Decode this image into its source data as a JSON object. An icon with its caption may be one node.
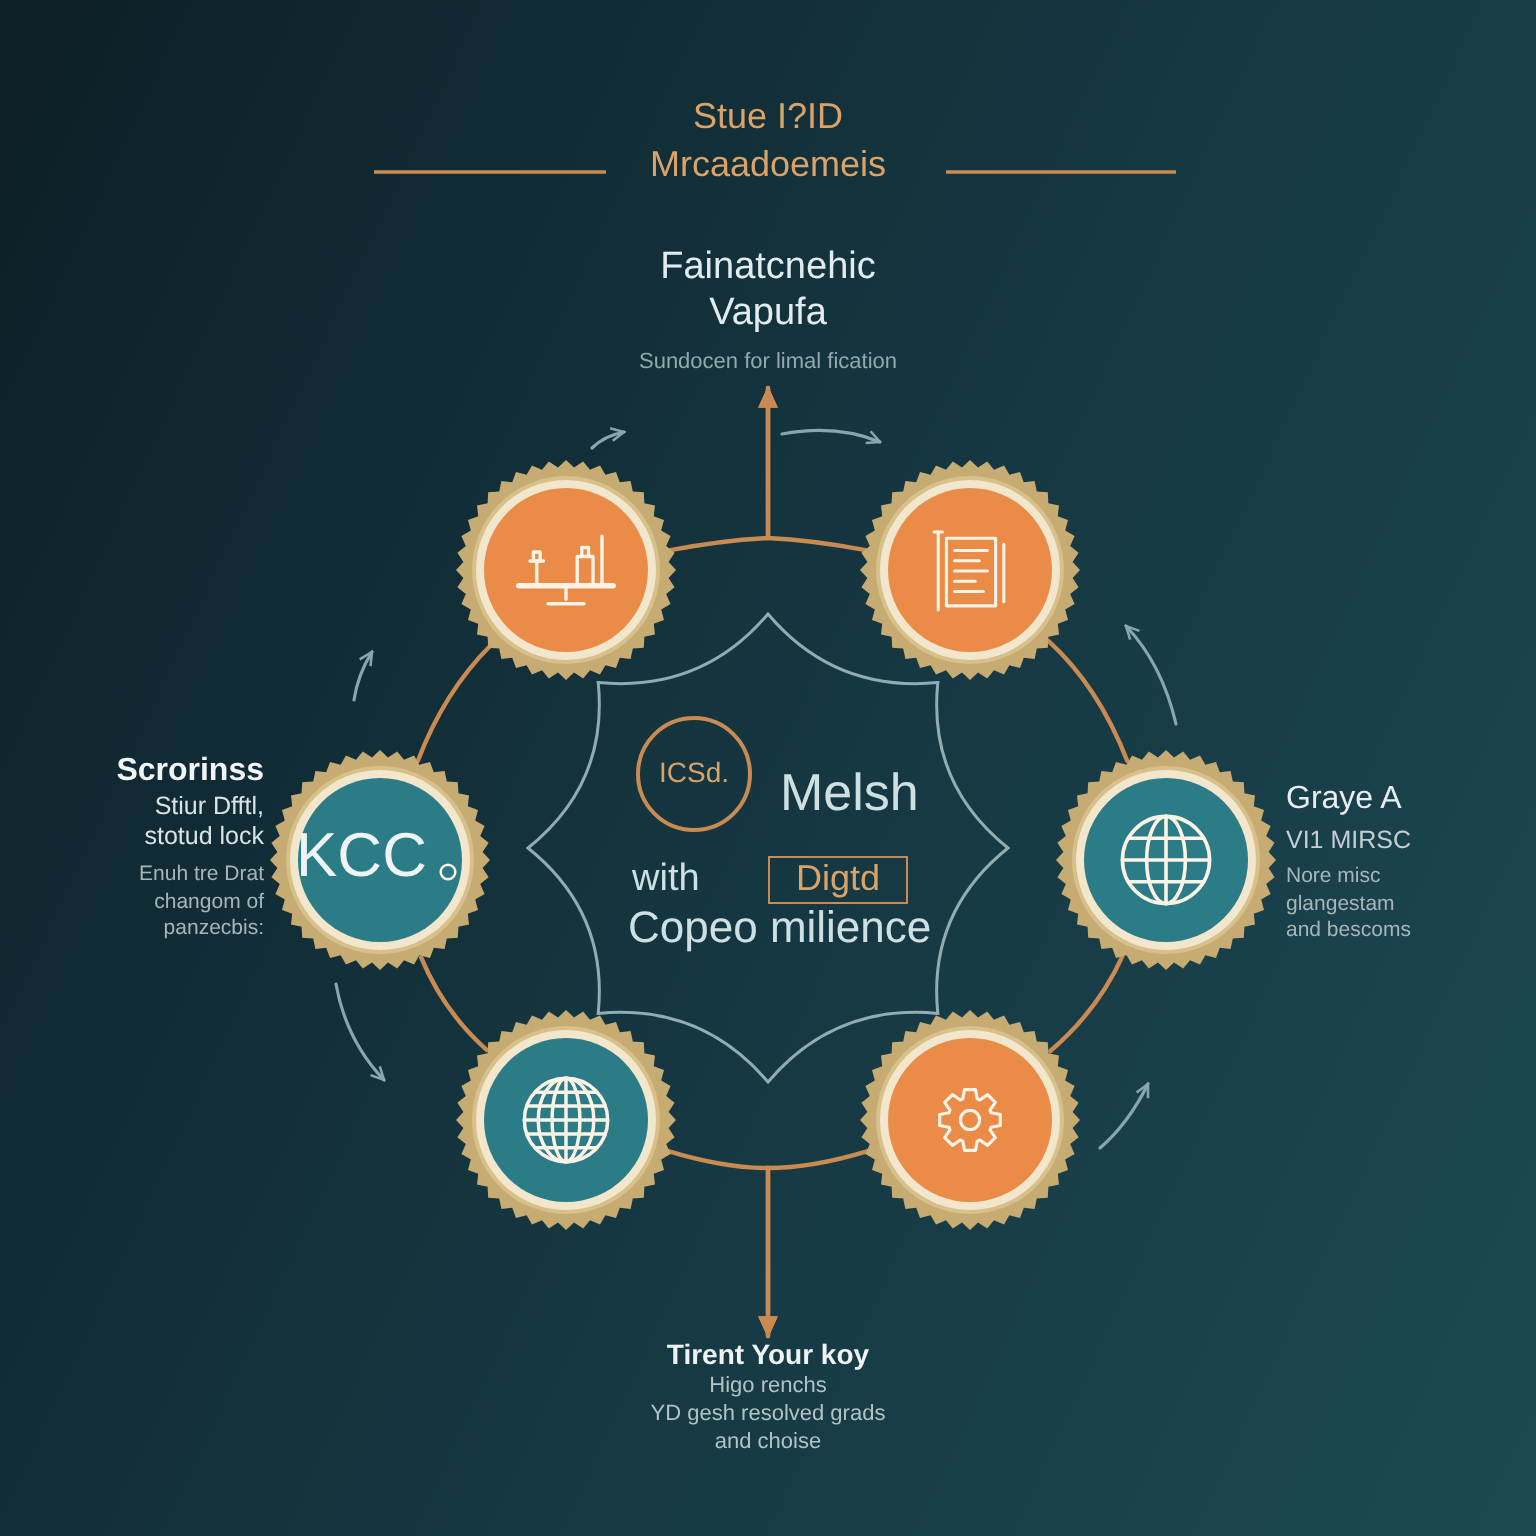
{
  "diagram": {
    "title": "Stue I?ID Mrcaadoemeis",
    "nodes": [
      {
        "text": [
          "Fainatcnehic Vapufa",
          "Sundocen for limal fication"
        ]
      },
      {
        "text": [],
        "shape": "circle"
      },
      {
        "text": [],
        "shape": "circle"
      },
      {
        "text": [
          "KCC"
        ],
        "beside": [
          "Scrorinss",
          "Stiur Dfftl, stotud lock",
          "Enuh tre Drat changom of panzecbis:"
        ]
      },
      {
        "text": [
          "Melsh",
          "with",
          "Copeo milience"
        ]
      },
      {
        "text": [
          "ICSd."
        ],
        "in": 4
      },
      {
        "text": [
          "Digtd"
        ],
        "in": 4
      },
      {
        "text": [],
        "shape": "circle",
        "beside": [
          "Graye A",
          "VI1 MIRSC",
          "Nore misc glangestam and bescoms"
        ]
      },
      {
        "text": [],
        "shape": "circle"
      },
      {
        "text": [],
        "shape": "circle"
      },
      {
        "text": [
          "Tirent Your koy",
          "Higo renchs",
          "YD gesh resolved grads and choise"
        ]
      }
    ],
    "edges": [
      {
        "from": 1,
        "to": 0,
        "arrow": "to"
      },
      {
        "from": 2,
        "to": 0,
        "arrow": "to"
      },
      {
        "from": 2,
        "to": 7,
        "arrow": "none"
      },
      {
        "from": 7,
        "to": 9,
        "arrow": "none"
      },
      {
        "from": 8,
        "to": 10,
        "arrow": "to"
      },
      {
        "from": 9,
        "to": 10,
        "arrow": "to"
      },
      {
        "from": 8,
        "to": 3,
        "arrow": "none"
      },
      {
        "from": 3,
        "to": 1,
        "arrow": "none"
      }
    ]
  }
}
